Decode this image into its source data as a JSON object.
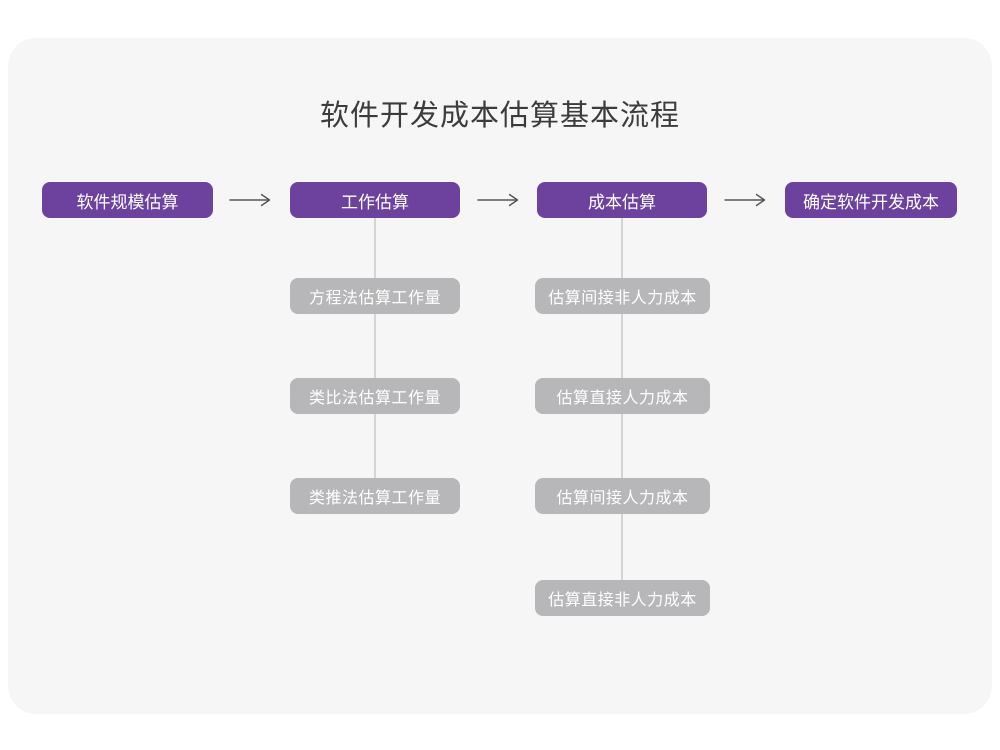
{
  "title": "软件开发成本估算基本流程",
  "colors": {
    "page_bg": "#ffffff",
    "card_bg": "#f6f6f7",
    "primary": "#6d429e",
    "secondary": "#b7b7b9",
    "connector": "#d4d4d6",
    "arrow": "#56565a",
    "title_text": "#3c3c3e"
  },
  "flow": {
    "steps": [
      {
        "label": "软件规模估算"
      },
      {
        "label": "工作估算"
      },
      {
        "label": "成本估算"
      },
      {
        "label": "确定软件开发成本"
      }
    ],
    "arrow_icon": "arrow-right"
  },
  "work_chain": {
    "items": [
      {
        "label": "方程法估算工作量"
      },
      {
        "label": "类比法估算工作量"
      },
      {
        "label": "类推法估算工作量"
      }
    ]
  },
  "cost_chain": {
    "items": [
      {
        "label": "估算间接非人力成本"
      },
      {
        "label": "估算直接人力成本"
      },
      {
        "label": "估算间接人力成本"
      },
      {
        "label": "估算直接非人力成本"
      }
    ]
  }
}
